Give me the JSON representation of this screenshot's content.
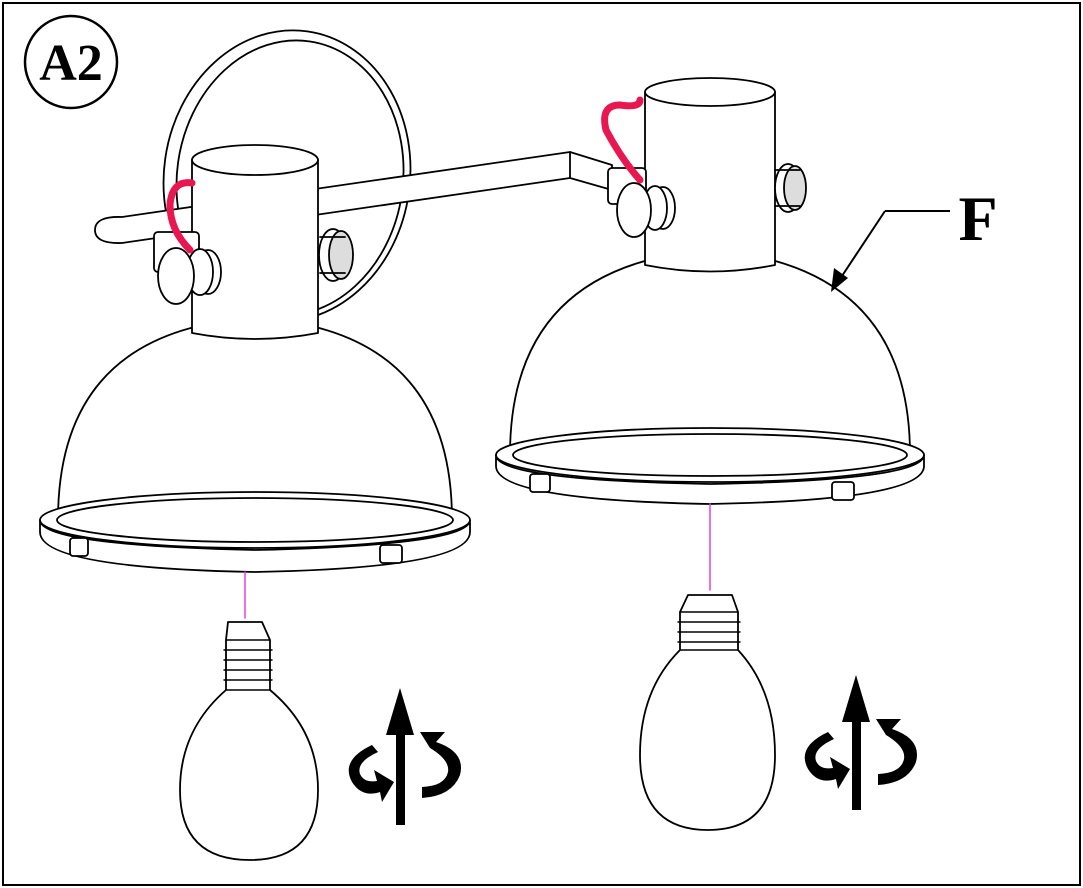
{
  "step": {
    "label": "A2"
  },
  "part_callout": {
    "label": "F"
  },
  "colors": {
    "line": "#000000",
    "background": "#ffffff",
    "wire": "#e8174f",
    "axis_guide": "#e040e0"
  },
  "components": [
    "wall-plate",
    "arm-bar",
    "lamp-neck",
    "lamp-shade",
    "shade-ring",
    "adjustment-knob",
    "power-wire",
    "light-bulb",
    "screw-in-rotate-arrows"
  ]
}
